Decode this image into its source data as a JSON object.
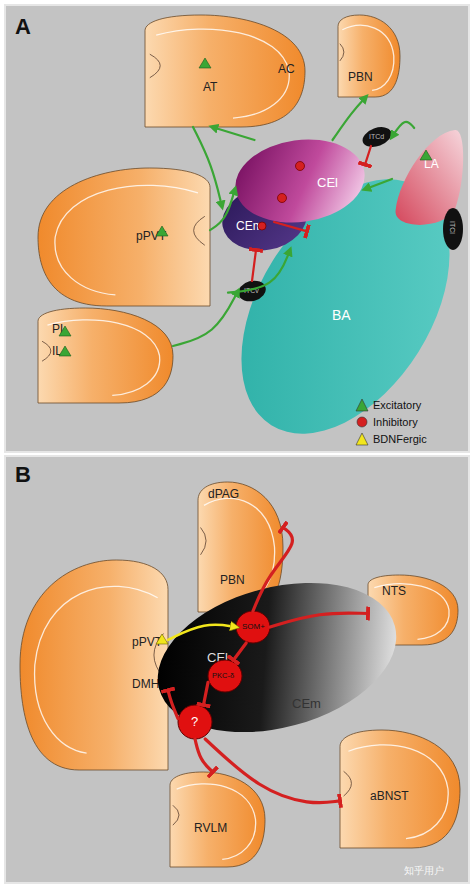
{
  "diagram": {
    "nodes": [
      {
        "text": [
          "AT",
          "AC"
        ]
      },
      {
        "text": [
          "PBN"
        ]
      },
      {
        "text": [
          "pPVT"
        ]
      },
      {
        "text": [
          "PL",
          "IL"
        ]
      },
      {
        "text": [
          "CEl"
        ]
      },
      {
        "text": [
          "CEm"
        ]
      },
      {
        "text": [
          "ITCd"
        ]
      },
      {
        "text": [
          "LA"
        ]
      },
      {
        "text": [
          "ITCl"
        ]
      },
      {
        "text": [
          "BA"
        ]
      },
      {
        "text": [
          "ITCv"
        ]
      },
      {
        "text": [
          "dPAG",
          "PBN"
        ]
      },
      {
        "text": [
          "NTS"
        ]
      },
      {
        "text": [
          "pPVT",
          "DMH"
        ]
      },
      {
        "text": [
          "CEl",
          "CEm"
        ]
      },
      {
        "text": [
          "SOM+"
        ],
        "in": 14
      },
      {
        "text": [
          "PKC-δ"
        ],
        "in": 14
      },
      {
        "text": [
          "?"
        ],
        "in": 14
      },
      {
        "text": [
          "RVLM"
        ]
      },
      {
        "text": [
          "aBNST"
        ]
      }
    ],
    "edges": [
      {
        "from": 4,
        "to": 0,
        "arrow": "to"
      },
      {
        "from": 0,
        "to": 5,
        "arrow": "to"
      },
      {
        "from": 4,
        "to": 1,
        "arrow": "to"
      },
      {
        "from": 7,
        "to": 4,
        "arrow": "to"
      },
      {
        "from": 7,
        "to": 6,
        "arrow": "to"
      },
      {
        "from": 6,
        "to": 4,
        "arrow": "to"
      },
      {
        "from": 2,
        "to": 4,
        "arrow": "to"
      },
      {
        "from": 3,
        "to": 10,
        "arrow": "to"
      },
      {
        "from": 10,
        "to": 5,
        "arrow": "to"
      },
      {
        "from": 9,
        "to": 5,
        "arrow": "to"
      },
      {
        "from": 4,
        "to": 5,
        "arrow": "to"
      },
      {
        "from": 13,
        "to": 15,
        "arrow": "to"
      },
      {
        "from": 15,
        "to": 11,
        "arrow": "to"
      },
      {
        "from": 15,
        "to": 12,
        "arrow": "to"
      },
      {
        "from": 15,
        "to": 16,
        "arrow": "to"
      },
      {
        "from": 16,
        "to": 17,
        "arrow": "to"
      },
      {
        "from": 17,
        "to": 18,
        "arrow": "to"
      },
      {
        "from": 17,
        "to": 13,
        "arrow": "to"
      },
      {
        "from": 17,
        "to": 19,
        "arrow": "to"
      }
    ],
    "labels": [
      "A",
      "B",
      "知乎用户"
    ],
    "legend": [
      {
        "text": "Excitatory",
        "color": "#3aa635"
      },
      {
        "text": "Inhibitory",
        "color": "#d42020"
      },
      {
        "text": "BDNFergic",
        "color": "#f2e61c"
      }
    ]
  }
}
